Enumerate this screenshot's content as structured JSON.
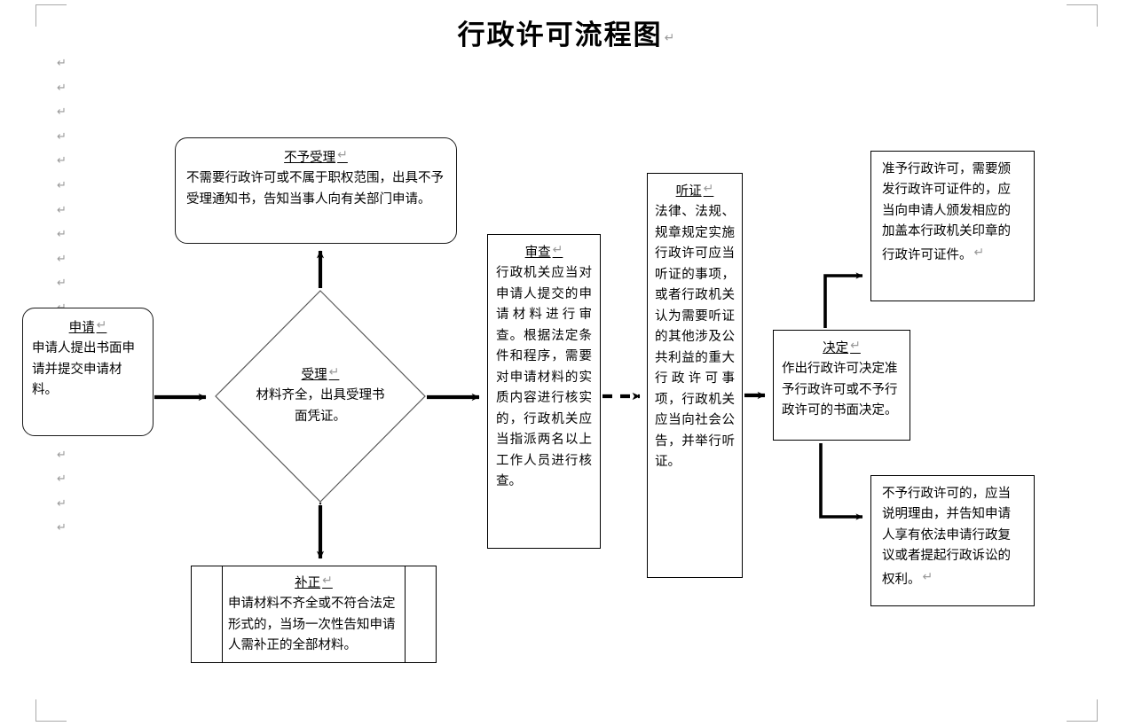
{
  "document": {
    "title": "行政许可流程图",
    "pilcrow": "↵",
    "empty_paragraph_count": 20
  },
  "nodes": {
    "apply": {
      "heading": "申请",
      "body": "申请人提出书面申请并提交申请材料。",
      "shape": "rounded-rectangle"
    },
    "reject": {
      "heading": "不予受理",
      "body": "不需要行政许可或不属于职权范围，出具不予受理通知书，告知当事人向有关部门申请。",
      "shape": "rounded-rectangle"
    },
    "accept": {
      "heading": "受理",
      "body": "材料齐全，出具受理书面凭证。",
      "shape": "diamond"
    },
    "amend": {
      "heading": "补正",
      "body": "申请材料不齐全或不符合法定形式的，当场一次性告知申请人需补正的全部材料。",
      "shape": "table"
    },
    "review": {
      "heading": "审查",
      "body": "行政机关应当对申请人提交的申请材料进行审查。根据法定条件和程序，需要对申请材料的实质内容进行核实的，行政机关应当指派两名以上工作人员进行核查。",
      "shape": "rectangle"
    },
    "hearing": {
      "heading": "听证",
      "body": "法律、法规、规章规定实施行政许可应当听证的事项，或者行政机关认为需要听证的其他涉及公共利益的重大行政许可事项，行政机关应当向社会公告，并举行听证。",
      "shape": "rectangle"
    },
    "decide": {
      "heading": "决定",
      "body": "作出行政许可决定准予行政许可或不予行政许可的书面决定。",
      "shape": "rectangle"
    },
    "grant": {
      "heading": "",
      "body": "准予行政许可，需要颁发行政许可证件的，应当向申请人颁发相应的加盖本行政机关印章的行政许可证件。",
      "shape": "rectangle"
    },
    "deny": {
      "heading": "",
      "body": "不予行政许可的，应当说明理由，并告知申请人享有依法申请行政复议或者提起行政诉讼的权利。",
      "shape": "rectangle"
    }
  },
  "connectors": [
    {
      "name": "apply-to-accept",
      "from": "apply",
      "to": "accept",
      "style": "solid",
      "arrows": "single"
    },
    {
      "name": "accept-to-reject",
      "from": "accept",
      "to": "reject",
      "style": "solid",
      "arrows": "single"
    },
    {
      "name": "accept-to-amend",
      "from": "accept",
      "to": "amend",
      "style": "solid",
      "arrows": "double"
    },
    {
      "name": "accept-to-review",
      "from": "accept",
      "to": "review",
      "style": "solid",
      "arrows": "single"
    },
    {
      "name": "review-to-hearing",
      "from": "review",
      "to": "hearing",
      "style": "dashed",
      "arrows": "single"
    },
    {
      "name": "hearing-to-decide",
      "from": "hearing",
      "to": "decide",
      "style": "solid",
      "arrows": "single"
    },
    {
      "name": "decide-to-grant",
      "from": "decide",
      "to": "grant",
      "style": "solid",
      "arrows": "single"
    },
    {
      "name": "decide-to-deny",
      "from": "decide",
      "to": "deny",
      "style": "solid",
      "arrows": "single"
    }
  ],
  "colors": {
    "line": "#000000",
    "box_border": "#000000",
    "rounded_border": "#1a1a1a",
    "text": "#000000",
    "paragraph_mark": "#9a9a9a",
    "crop_mark": "#a9a9a9",
    "spellcheck_underline": "#d93025",
    "background": "#ffffff"
  }
}
